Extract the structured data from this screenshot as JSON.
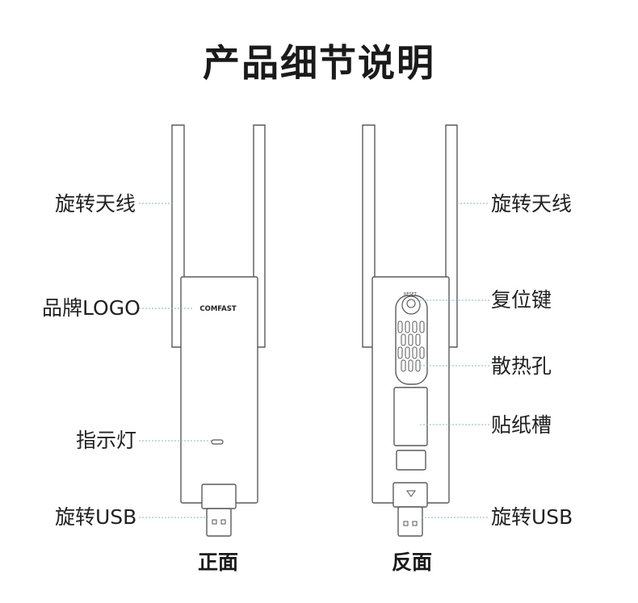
{
  "title": "产品细节说明",
  "brand_logo_text": "COMFAST",
  "reset_text": "RESET",
  "front": {
    "caption": "正面",
    "labels": {
      "antenna": "旋转天线",
      "logo": "品牌LOGO",
      "indicator": "指示灯",
      "usb": "旋转USB"
    }
  },
  "back": {
    "caption": "反面",
    "labels": {
      "antenna": "旋转天线",
      "reset": "复位键",
      "vents": "散热孔",
      "sticker": "贴纸槽",
      "usb": "旋转USB"
    }
  },
  "colors": {
    "outline": "#555555",
    "leader": "#8ab4c8",
    "text": "#222222"
  }
}
